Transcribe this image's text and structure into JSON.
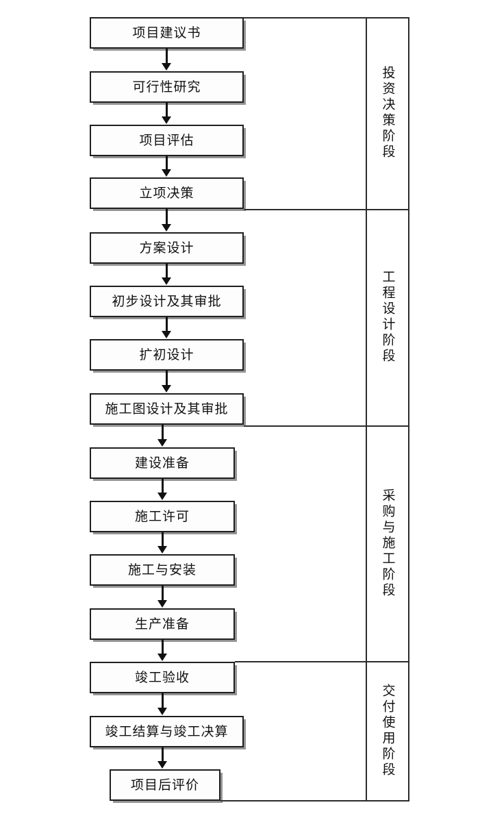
{
  "diagram": {
    "type": "flowchart",
    "orientation": "vertical",
    "nodes": [
      {
        "id": "n1",
        "label": "项目建议书",
        "stage": "s1"
      },
      {
        "id": "n2",
        "label": "可行性研究",
        "stage": "s1"
      },
      {
        "id": "n3",
        "label": "项目评估",
        "stage": "s1"
      },
      {
        "id": "n4",
        "label": "立项决策",
        "stage": "s1"
      },
      {
        "id": "n5",
        "label": "方案设计",
        "stage": "s2"
      },
      {
        "id": "n6",
        "label": "初步设计及其审批",
        "stage": "s2"
      },
      {
        "id": "n7",
        "label": "扩初设计",
        "stage": "s2"
      },
      {
        "id": "n8",
        "label": "施工图设计及其审批",
        "stage": "s2"
      },
      {
        "id": "n9",
        "label": "建设准备",
        "stage": "s3"
      },
      {
        "id": "n10",
        "label": "施工许可",
        "stage": "s3"
      },
      {
        "id": "n11",
        "label": "施工与安装",
        "stage": "s3"
      },
      {
        "id": "n12",
        "label": "生产准备",
        "stage": "s3"
      },
      {
        "id": "n13",
        "label": "竣工验收",
        "stage": "s4"
      },
      {
        "id": "n14",
        "label": "竣工结算与竣工决算",
        "stage": "s4"
      },
      {
        "id": "n15",
        "label": "项目后评价",
        "stage": "s4"
      }
    ],
    "stages": [
      {
        "id": "s1",
        "label": "投资决策阶段"
      },
      {
        "id": "s2",
        "label": "工程设计阶段"
      },
      {
        "id": "s3",
        "label": "采购与施工阶段"
      },
      {
        "id": "s4",
        "label": "交付使用阶段"
      }
    ],
    "colors": {
      "line": "#2b2b2b",
      "node_border": "#1f1f1f",
      "node_fill": "#fdfdfd",
      "text": "#111111",
      "background": "#ffffff"
    }
  }
}
